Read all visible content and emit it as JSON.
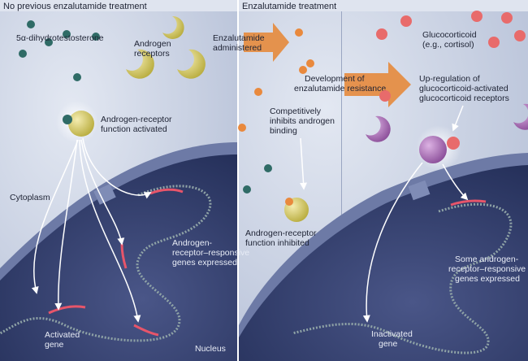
{
  "panels": {
    "left_header": "No previous enzalutamide treatment",
    "right_header": "Enzalutamide treatment"
  },
  "labels": {
    "dht": "5α-dihydrotestosterone",
    "androgen_receptors": [
      "Androgen",
      "receptors"
    ],
    "ar_function_activated": [
      "Androgen-receptor",
      "function activated"
    ],
    "cytoplasm": "Cytoplasm",
    "ar_genes_expressed": [
      "Androgen-",
      "receptor–responsive",
      "genes expressed"
    ],
    "activated_gene": [
      "Activated",
      "gene"
    ],
    "nucleus": "Nucleus",
    "enzalutamide_administered": [
      "Enzalutamide",
      "administered"
    ],
    "competitively_inhibits": [
      "Competitively",
      "inhibits androgen",
      "binding"
    ],
    "ar_function_inhibited": [
      "Androgen-receptor",
      "function inhibited"
    ],
    "development_resistance": [
      "Development of",
      "enzalutamide resistance"
    ],
    "glucocorticoid": [
      "Glucocorticoid",
      "(e.g., cortisol)"
    ],
    "upregulation": [
      "Up-regulation of",
      "glucocorticoid-activated",
      "glucocorticoid receptors"
    ],
    "some_ar_genes": [
      "Some androgen-",
      "receptor–responsive",
      "genes expressed"
    ],
    "inactivated_gene": [
      "Inactivated",
      "gene"
    ]
  },
  "colors": {
    "background": "#cfd6e6",
    "nucleus": "#2e3a66",
    "membrane": "#3a4a7a",
    "androgen": "#2f6b66",
    "receptor": "#d9cf6a",
    "enzalutamide": "#e9893d",
    "glucocorticoid": "#e86b6b",
    "gr_receptor": "#b77ac4",
    "arrow": "#e58a3c",
    "dna_active": "#e7556a"
  }
}
